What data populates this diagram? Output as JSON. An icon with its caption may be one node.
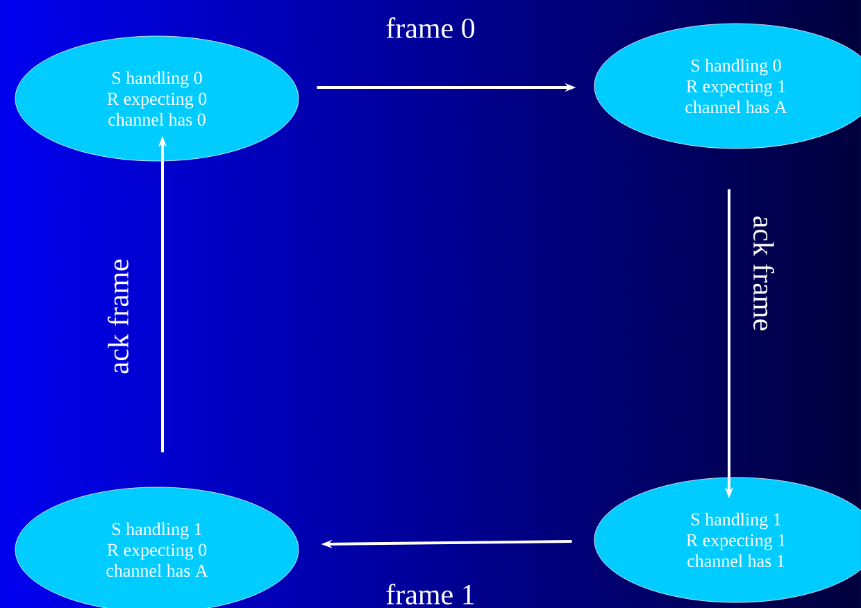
{
  "diagram": {
    "nodes": [
      {
        "text": [
          "S handling 0",
          "R expecting 0",
          "channel has 0"
        ]
      },
      {
        "text": [
          "S handling 0",
          "R expecting 1",
          "channel has A"
        ]
      },
      {
        "text": [
          "S handling 1",
          "R expecting 0",
          "channel has A"
        ]
      },
      {
        "text": [
          "S handling 1",
          "R expecting 1",
          "channel has 1"
        ]
      }
    ],
    "edges": [
      {
        "from": 0,
        "to": 1,
        "arrow": "to",
        "label": "frame 0"
      },
      {
        "from": 1,
        "to": 3,
        "arrow": "to",
        "label": "ack frame"
      },
      {
        "from": 3,
        "to": 2,
        "arrow": "to",
        "label": "frame 1"
      },
      {
        "from": 2,
        "to": 0,
        "arrow": "to",
        "label": "ack frame"
      }
    ]
  }
}
